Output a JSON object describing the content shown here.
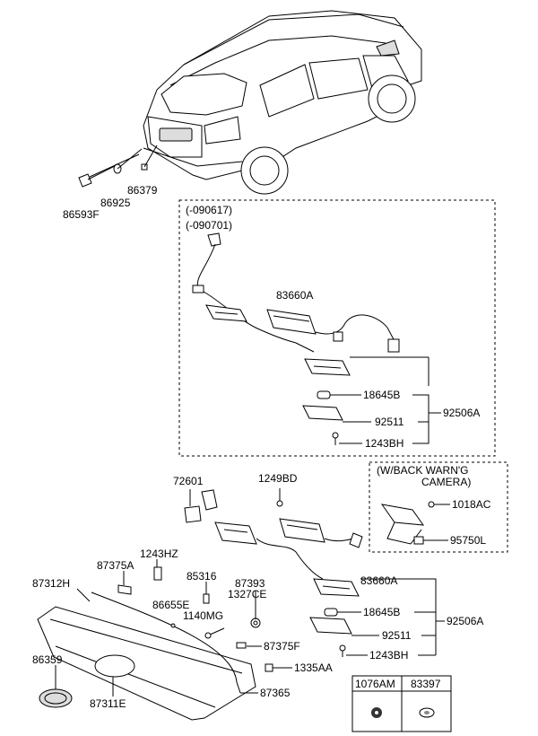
{
  "date_ranges": {
    "line1": "(-090617)",
    "line2": "(-090701)"
  },
  "camera_box": {
    "title_line1": "(W/BACK WARN'G",
    "title_line2": "CAMERA)"
  },
  "legend_table": {
    "col1": "1076AM",
    "col2": "83397"
  },
  "labels": {
    "p86593F": "86593F",
    "p86925": "86925",
    "p86379": "86379",
    "p83660A_top": "83660A",
    "p18645B_top": "18645B",
    "p92511_top": "92511",
    "p1243BH_top": "1243BH",
    "p92506A_top": "92506A",
    "p72601": "72601",
    "p1249BD": "1249BD",
    "p1018AC": "1018AC",
    "p95750L": "95750L",
    "p1243HZ": "1243HZ",
    "p87375A": "87375A",
    "p87312H": "87312H",
    "p85316": "85316",
    "p87393": "87393",
    "p1327CE": "1327CE",
    "p86655E": "86655E",
    "p1140MG": "1140MG",
    "p83660A_bot": "83660A",
    "p18645B_bot": "18645B",
    "p92511_bot": "92511",
    "p1243BH_bot": "1243BH",
    "p92506A_bot": "92506A",
    "p87375F": "87375F",
    "p86359": "86359",
    "p1335AA": "1335AA",
    "p87311E": "87311E",
    "p87365": "87365"
  }
}
